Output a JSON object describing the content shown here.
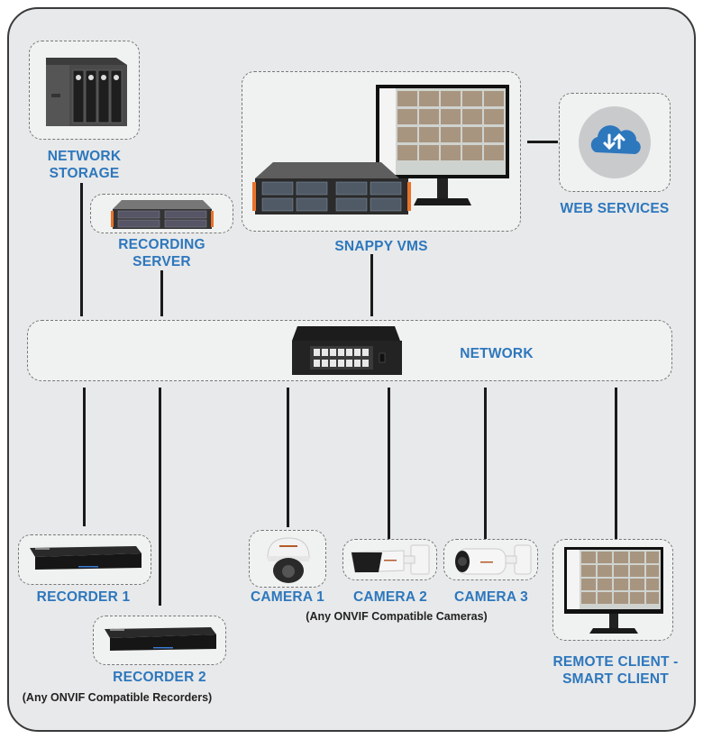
{
  "diagram": {
    "title": "Snappy VMS network architecture",
    "accent_color": "#2d77bd",
    "nodes": {
      "network_storage": {
        "label_line1": "NETWORK",
        "label_line2": "STORAGE",
        "icon": "nas-storage-icon"
      },
      "recording_server": {
        "label_line1": "RECORDING",
        "label_line2": "SERVER",
        "icon": "rack-server-icon"
      },
      "snappy_vms": {
        "label": "SNAPPY VMS",
        "icon": "server-and-monitor-icon"
      },
      "web_services": {
        "label": "WEB SERVICES",
        "icon": "cloud-upload-download-icon"
      },
      "network": {
        "label": "NETWORK",
        "icon": "network-switch-icon"
      },
      "recorder_1": {
        "label": "RECORDER 1",
        "icon": "nvr-recorder-icon"
      },
      "recorder_2": {
        "label": "RECORDER 2",
        "icon": "nvr-recorder-icon"
      },
      "recorders_note": "(Any ONVIF Compatible Recorders)",
      "camera_1": {
        "label": "CAMERA 1",
        "icon": "dome-camera-icon"
      },
      "camera_2": {
        "label": "CAMERA 2",
        "icon": "bullet-camera-icon"
      },
      "camera_3": {
        "label": "CAMERA 3",
        "icon": "bullet-camera-icon"
      },
      "cameras_note": "(Any ONVIF Compatible Cameras)",
      "remote_client": {
        "label_line1": "REMOTE CLIENT -",
        "label_line2": "SMART CLIENT",
        "icon": "monitor-icon"
      }
    },
    "connections": [
      [
        "network_storage",
        "network"
      ],
      [
        "recording_server",
        "network"
      ],
      [
        "snappy_vms",
        "network"
      ],
      [
        "snappy_vms",
        "web_services"
      ],
      [
        "network",
        "recorder_1"
      ],
      [
        "network",
        "recorder_2"
      ],
      [
        "network",
        "camera_1"
      ],
      [
        "network",
        "camera_2"
      ],
      [
        "network",
        "camera_3"
      ],
      [
        "network",
        "remote_client"
      ]
    ]
  }
}
